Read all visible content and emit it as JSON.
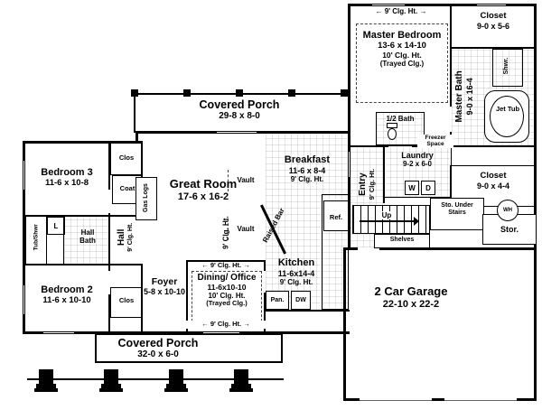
{
  "colors": {
    "wall": "#000000",
    "background": "#ffffff",
    "tile_line": "#c9c9c9"
  },
  "plan": {
    "top_porch": {
      "name": "Covered Porch",
      "dims": "29-8 x 8-0"
    },
    "bottom_porch": {
      "name": "Covered Porch",
      "dims": "32-0 x 6-0"
    },
    "master_bedroom": {
      "ceiling_note": "9' Clg. Ht.",
      "name": "Master Bedroom",
      "dims": "13-6 x 14-10",
      "clg": "10' Clg. Ht.",
      "tray": "(Trayed Clg.)"
    },
    "master_closet": {
      "name": "Closet",
      "dims": "9-0 x 5-6"
    },
    "shower": {
      "label": "Shwr."
    },
    "master_bath": {
      "name": "Master Bath",
      "dims": "9-0 x 16-4"
    },
    "jet_tub": {
      "label": "Jet Tub"
    },
    "half_bath": {
      "label": "1/2 Bath"
    },
    "entry": {
      "name": "Entry",
      "clg": "9' Clg. Ht."
    },
    "laundry": {
      "name": "Laundry",
      "dims": "9-2 x 6-0",
      "washer": "W",
      "dryer": "D"
    },
    "freezer": {
      "label": "Freezer Space"
    },
    "hall_closet": {
      "name": "Closet",
      "dims": "9-0 x 4-4"
    },
    "water_heater": {
      "label": "WH"
    },
    "stairs": {
      "up": "Up",
      "shelves": "Shelves",
      "storage_under": "Sto. Under Stairs"
    },
    "storage": {
      "label": "Stor."
    },
    "garage": {
      "name": "2 Car Garage",
      "dims": "22-10 x 22-2"
    },
    "breakfast": {
      "name": "Breakfast",
      "dims": "11-6 x 8-4",
      "clg": "9' Clg. Ht."
    },
    "great_room": {
      "name": "Great Room",
      "dims": "17-6 x 16-2",
      "clg": "9' Clg. Ht.",
      "vault": "Vault"
    },
    "fireplace": {
      "label": "Gas Logs"
    },
    "kitchen": {
      "name": "Kitchen",
      "dims": "11-6x14-4",
      "clg": "9' Clg. Ht.",
      "raised_bar": "Raised Bar",
      "ref": "Ref.",
      "pantry": "Pan.",
      "dishwasher": "DW"
    },
    "bedroom3": {
      "name": "Bedroom 3",
      "dims": "11-6 x 10-8",
      "closet": "Clos",
      "coat": "Coat"
    },
    "hall_bath": {
      "name": "Hall Bath",
      "tub": "Tub/Shwr",
      "linen": "L"
    },
    "hall": {
      "name": "Hall",
      "clg": "9' Clg. Ht."
    },
    "bedroom2": {
      "name": "Bedroom 2",
      "dims": "11-6 x 10-10",
      "closet": "Clos"
    },
    "foyer": {
      "name": "Foyer",
      "dims": "5-8 x 10-10"
    },
    "dining": {
      "clg_top": "9' Clg. Ht.",
      "name": "Dining/ Office",
      "dims": "11-6x10-10",
      "clg": "10' Clg. Ht.",
      "tray": "(Trayed Clg.)",
      "clg_bottom": "9' Clg. Ht."
    }
  }
}
